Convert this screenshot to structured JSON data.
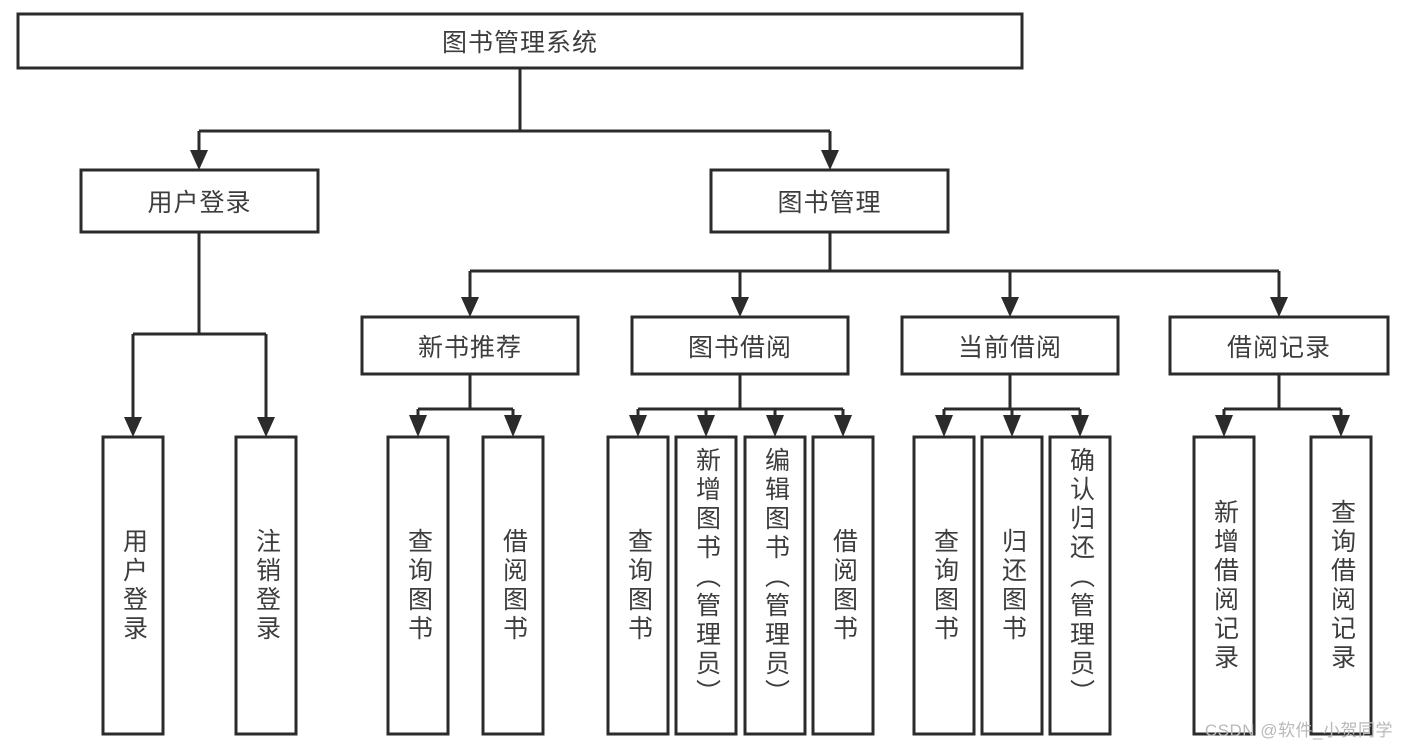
{
  "diagram": {
    "type": "tree-hierarchy",
    "title": "图书管理系统",
    "watermark": "CSDN @软件_小贺同学",
    "colors": {
      "background": "#ffffff",
      "box_stroke": "#2b2b2b",
      "box_fill": "#ffffff",
      "text": "#3d3d3d",
      "connector": "#2b2b2b",
      "watermark": "#b9b9b9"
    },
    "root": {
      "label": "图书管理系统",
      "orientation": "horizontal"
    },
    "level2": [
      {
        "label": "用户登录",
        "orientation": "horizontal"
      },
      {
        "label": "图书管理",
        "orientation": "horizontal"
      }
    ],
    "level3": [
      {
        "label": "新书推荐",
        "orientation": "horizontal"
      },
      {
        "label": "图书借阅",
        "orientation": "horizontal"
      },
      {
        "label": "当前借阅",
        "orientation": "horizontal"
      },
      {
        "label": "借阅记录",
        "orientation": "horizontal"
      }
    ],
    "leaves": {
      "user_login": [
        {
          "label": "用户登录",
          "orientation": "vertical"
        },
        {
          "label": "注销登录",
          "orientation": "vertical"
        }
      ],
      "new_book_recommend": [
        {
          "label": "查询图书",
          "orientation": "vertical"
        },
        {
          "label": "借阅图书",
          "orientation": "vertical"
        }
      ],
      "book_borrow": [
        {
          "label": "查询图书",
          "orientation": "vertical"
        },
        {
          "label": "新增图书（管理员）",
          "orientation": "vertical"
        },
        {
          "label": "编辑图书（管理员）",
          "orientation": "vertical"
        },
        {
          "label": "借阅图书",
          "orientation": "vertical"
        }
      ],
      "current_borrow": [
        {
          "label": "查询图书",
          "orientation": "vertical"
        },
        {
          "label": "归还图书",
          "orientation": "vertical"
        },
        {
          "label": "确认归还（管理员）",
          "orientation": "vertical"
        }
      ],
      "borrow_record": [
        {
          "label": "新增借阅记录",
          "orientation": "vertical"
        },
        {
          "label": "查询借阅记录",
          "orientation": "vertical"
        }
      ]
    }
  }
}
